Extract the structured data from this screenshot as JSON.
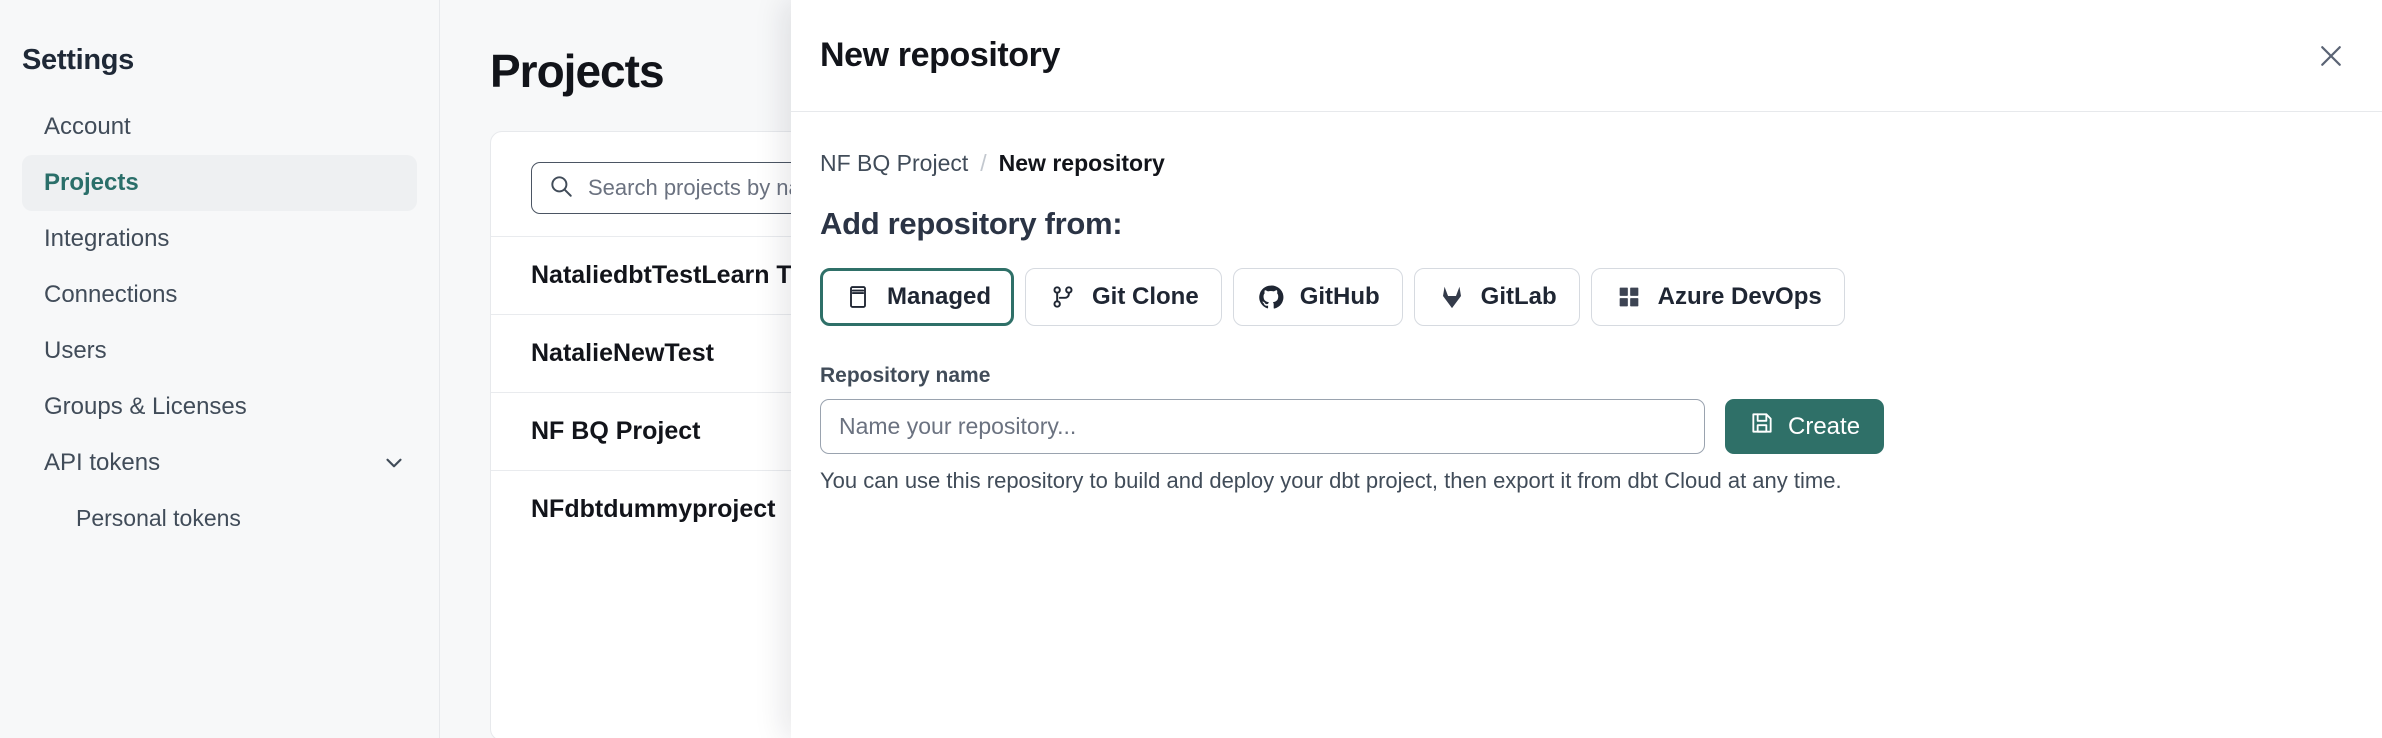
{
  "sidebar": {
    "title": "Settings",
    "items": [
      {
        "label": "Account",
        "active": false,
        "sub": false,
        "chevron": false
      },
      {
        "label": "Projects",
        "active": true,
        "sub": false,
        "chevron": false
      },
      {
        "label": "Integrations",
        "active": false,
        "sub": false,
        "chevron": false
      },
      {
        "label": "Connections",
        "active": false,
        "sub": false,
        "chevron": false
      },
      {
        "label": "Users",
        "active": false,
        "sub": false,
        "chevron": false
      },
      {
        "label": "Groups & Licenses",
        "active": false,
        "sub": false,
        "chevron": false
      },
      {
        "label": "API tokens",
        "active": false,
        "sub": false,
        "chevron": true
      },
      {
        "label": "Personal tokens",
        "active": false,
        "sub": true,
        "chevron": false
      }
    ]
  },
  "main": {
    "page_title": "Projects",
    "search": {
      "placeholder": "Search projects by name...",
      "value": "",
      "icon": "search-icon"
    },
    "projects": [
      {
        "name": "NataliedbtTestLearn T"
      },
      {
        "name": "NatalieNewTest"
      },
      {
        "name": "NF BQ Project"
      },
      {
        "name": "NFdbtdummyproject"
      }
    ]
  },
  "modal": {
    "title": "New repository",
    "close_icon": "close-icon",
    "breadcrumb": {
      "parent": "NF BQ Project",
      "separator": "/",
      "current": "New repository"
    },
    "section_title": "Add repository from:",
    "sources": [
      {
        "label": "Managed",
        "icon": "managed-repo-icon",
        "selected": true
      },
      {
        "label": "Git Clone",
        "icon": "git-branch-icon",
        "selected": false
      },
      {
        "label": "GitHub",
        "icon": "github-icon",
        "selected": false
      },
      {
        "label": "GitLab",
        "icon": "gitlab-icon",
        "selected": false
      },
      {
        "label": "Azure DevOps",
        "icon": "azure-devops-icon",
        "selected": false
      }
    ],
    "repository_name": {
      "label": "Repository name",
      "placeholder": "Name your repository...",
      "value": ""
    },
    "create_button": {
      "label": "Create",
      "icon": "save-icon"
    },
    "helper_text": "You can use this repository to build and deploy your dbt project, then export it from dbt Cloud at any time."
  },
  "colors": {
    "accent_teal": "#2f7068",
    "sidebar_bg": "#f7f8f9",
    "text_dark": "#12141a",
    "text_muted": "#414c59",
    "border": "#e7e9ec"
  }
}
